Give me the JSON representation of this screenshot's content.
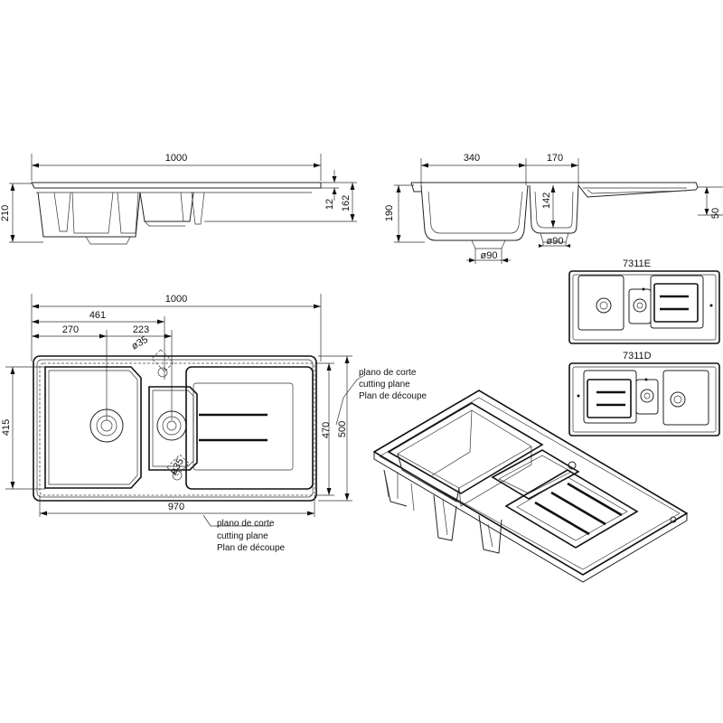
{
  "dimensions": {
    "side_width": "1000",
    "side_height": "210",
    "side_depth_small": "12",
    "side_depth_bowl": "162",
    "end_bowl_width": "340",
    "end_drain_width": "170",
    "end_bowl_depth": "190",
    "end_small_depth": "142",
    "end_drain_height": "50",
    "end_waste_1": "ø90",
    "end_waste_2": "ø90",
    "plan_width": "1000",
    "plan_center_1": "461",
    "plan_left": "270",
    "plan_center_2": "223",
    "plan_hole_1": "ø35",
    "plan_hole_2": "ø35",
    "plan_height_total": "415",
    "plan_cut_width": "970",
    "plan_right_470": "470",
    "plan_right_500": "500"
  },
  "labels": {
    "cutting_plane_es": "plano de corte",
    "cutting_plane_en": "cutting plane",
    "cutting_plane_fr": "Plan de découpe",
    "model_left": "7311E",
    "model_right": "7311D"
  }
}
